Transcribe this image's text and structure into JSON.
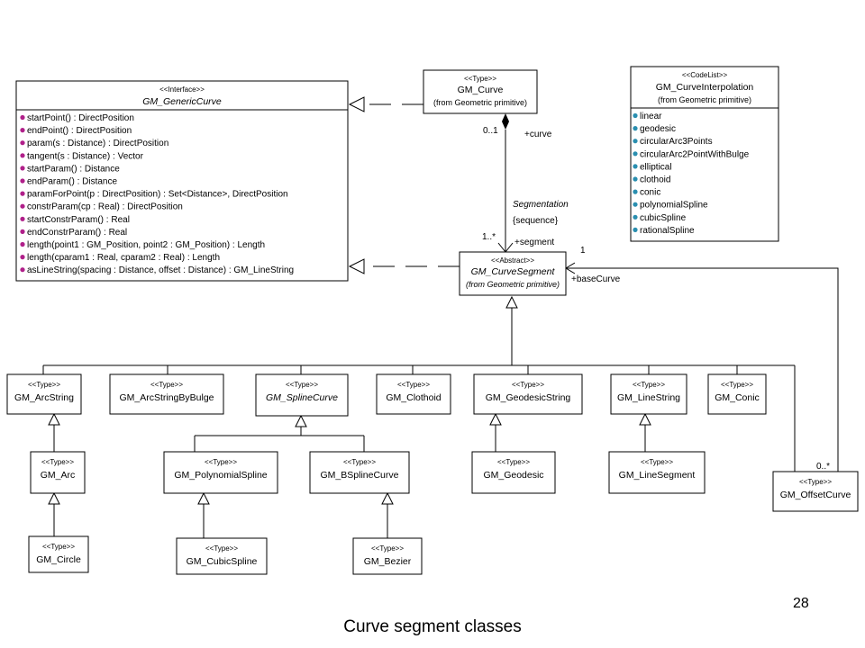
{
  "classes": {
    "generic_curve": {
      "stereotype": "<<Interface>>",
      "name": "GM_GenericCurve",
      "operations": [
        "startPoint() : DirectPosition",
        "endPoint() : DirectPosition",
        "param(s : Distance) : DirectPosition",
        "tangent(s : Distance) : Vector",
        "startParam() : Distance",
        "endParam() : Distance",
        "paramForPoint(p : DirectPosition) : Set<Distance>, DirectPosition",
        "constrParam(cp : Real) : DirectPosition",
        "startConstrParam() : Real",
        "endConstrParam() : Real",
        "length(point1 : GM_Position, point2 : GM_Position) : Length",
        "length(cparam1 : Real, cparam2 : Real) : Length",
        "asLineString(spacing : Distance, offset : Distance) : GM_LineString"
      ]
    },
    "curve": {
      "stereotype": "<<Type>>",
      "name": "GM_Curve",
      "from": "(from Geometric primitive)"
    },
    "curve_interpolation": {
      "stereotype": "<<CodeList>>",
      "name": "GM_CurveInterpolation",
      "from": "(from Geometric primitive)",
      "values": [
        "linear",
        "geodesic",
        "circularArc3Points",
        "circularArc2PointWithBulge",
        "elliptical",
        "clothoid",
        "conic",
        "polynomialSpline",
        "cubicSpline",
        "rationalSpline"
      ]
    },
    "curve_segment": {
      "stereotype": "<<Abstract>>",
      "name": "GM_CurveSegment",
      "from": "(from Geometric primitive)"
    },
    "arc_string": {
      "stereotype": "<<Type>>",
      "name": "GM_ArcString"
    },
    "arc_string_by_bulge": {
      "stereotype": "<<Type>>",
      "name": "GM_ArcStringByBulge"
    },
    "spline_curve": {
      "stereotype": "<<Type>>",
      "name": "GM_SplineCurve"
    },
    "clothoid": {
      "stereotype": "<<Type>>",
      "name": "GM_Clothoid"
    },
    "geodesic_string": {
      "stereotype": "<<Type>>",
      "name": "GM_GeodesicString"
    },
    "line_string": {
      "stereotype": "<<Type>>",
      "name": "GM_LineString"
    },
    "conic": {
      "stereotype": "<<Type>>",
      "name": "GM_Conic"
    },
    "arc": {
      "stereotype": "<<Type>>",
      "name": "GM_Arc"
    },
    "polynomial_spline": {
      "stereotype": "<<Type>>",
      "name": "GM_PolynomialSpline"
    },
    "bspline_curve": {
      "stereotype": "<<Type>>",
      "name": "GM_BSplineCurve"
    },
    "geodesic": {
      "stereotype": "<<Type>>",
      "name": "GM_Geodesic"
    },
    "line_segment": {
      "stereotype": "<<Type>>",
      "name": "GM_LineSegment"
    },
    "offset_curve": {
      "stereotype": "<<Type>>",
      "name": "GM_OffsetCurve"
    },
    "circle": {
      "stereotype": "<<Type>>",
      "name": "GM_Circle"
    },
    "cubic_spline": {
      "stereotype": "<<Type>>",
      "name": "GM_CubicSpline"
    },
    "bezier": {
      "stereotype": "<<Type>>",
      "name": "GM_Bezier"
    }
  },
  "labels": {
    "mult_curve": "0..1",
    "role_curve": "+curve",
    "assoc_name": "Segmentation",
    "assoc_constraint": "{sequence}",
    "mult_segment": "1..*",
    "role_segment": "+segment",
    "mult_base": "1",
    "role_base": "+baseCurve",
    "mult_offset": "0..*"
  },
  "page_number": "28",
  "caption": "Curve segment classes"
}
